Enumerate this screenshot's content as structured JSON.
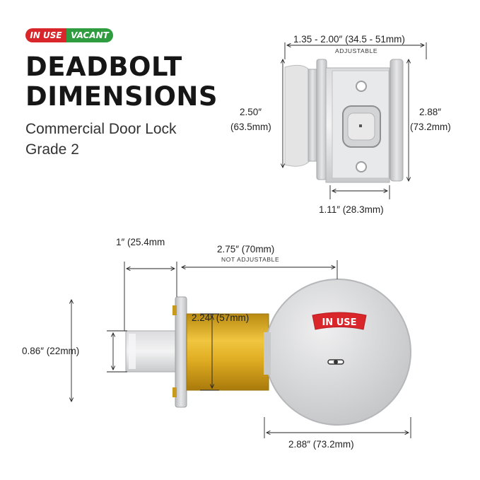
{
  "badge": {
    "in_use": "IN USE",
    "vacant": "VACANT"
  },
  "title": {
    "line1": "DEADBOLT",
    "line2": "DIMENSIONS"
  },
  "subtitle": {
    "line1": "Commercial Door Lock",
    "line2": "Grade 2"
  },
  "top_view": {
    "backset_range": "1.35 - 2.00″ (34.5 - 51mm)",
    "backset_note": "ADJUSTABLE",
    "faceplate_height_in": "2.50″",
    "faceplate_height_mm": "(63.5mm)",
    "rose_height_in": "2.88″",
    "rose_height_mm": "(73.2mm)",
    "faceplate_width": "1.11″ (28.3mm)"
  },
  "side_view": {
    "bolt_throw": "1″ (25.4mm",
    "length": "2.75″ (70mm)",
    "length_note": "NOT ADJUSTABLE",
    "bolt_height": "0.86″ (22mm)",
    "spindle_dia": "2.24″ (57mm)",
    "rose_dia": "2.88″ (73.2mm)",
    "indicator_label": "IN USE"
  },
  "colors": {
    "red": "#d9262b",
    "green": "#2e9c3f",
    "brass": "#d6a419",
    "steel": "#c9cacc"
  }
}
